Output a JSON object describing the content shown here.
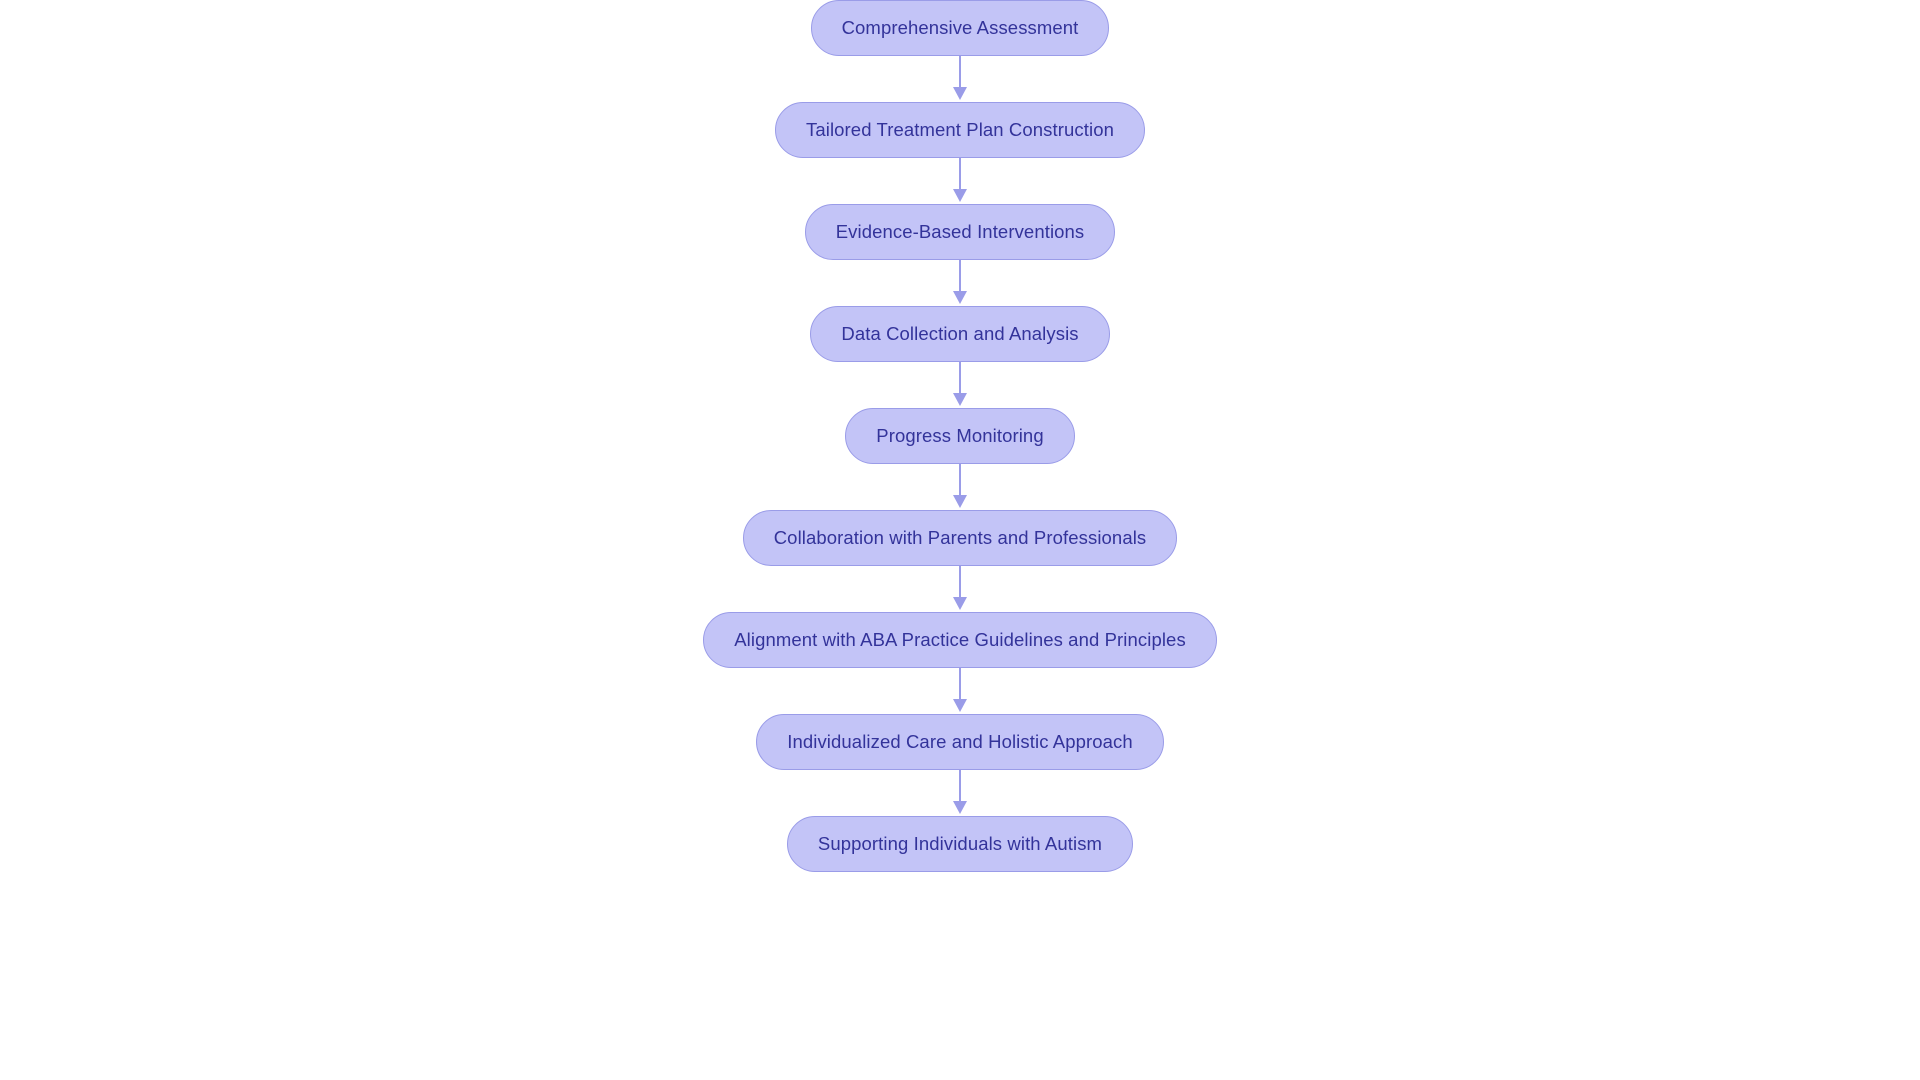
{
  "diagram": {
    "type": "flowchart",
    "orientation": "top-to-bottom",
    "background_color": "#ffffff",
    "node_fill_color": "#c3c4f7",
    "node_border_color": "#9a9ce8",
    "node_text_color": "#33339a",
    "connector_color": "#9a9ce8",
    "nodes": [
      {
        "id": "n1",
        "label": "Comprehensive Assessment"
      },
      {
        "id": "n2",
        "label": "Tailored Treatment Plan Construction"
      },
      {
        "id": "n3",
        "label": "Evidence-Based Interventions"
      },
      {
        "id": "n4",
        "label": "Data Collection and Analysis"
      },
      {
        "id": "n5",
        "label": "Progress Monitoring"
      },
      {
        "id": "n6",
        "label": "Collaboration with Parents and Professionals"
      },
      {
        "id": "n7",
        "label": "Alignment with ABA Practice Guidelines and Principles"
      },
      {
        "id": "n8",
        "label": "Individualized Care and Holistic Approach"
      },
      {
        "id": "n9",
        "label": "Supporting Individuals with Autism"
      }
    ],
    "edges": [
      {
        "from": "n1",
        "to": "n2",
        "arrow": "down-arrow-icon"
      },
      {
        "from": "n2",
        "to": "n3",
        "arrow": "down-arrow-icon"
      },
      {
        "from": "n3",
        "to": "n4",
        "arrow": "down-arrow-icon"
      },
      {
        "from": "n4",
        "to": "n5",
        "arrow": "down-arrow-icon"
      },
      {
        "from": "n5",
        "to": "n6",
        "arrow": "down-arrow-icon"
      },
      {
        "from": "n6",
        "to": "n7",
        "arrow": "down-arrow-icon"
      },
      {
        "from": "n7",
        "to": "n8",
        "arrow": "down-arrow-icon"
      },
      {
        "from": "n8",
        "to": "n9",
        "arrow": "down-arrow-icon"
      }
    ]
  }
}
